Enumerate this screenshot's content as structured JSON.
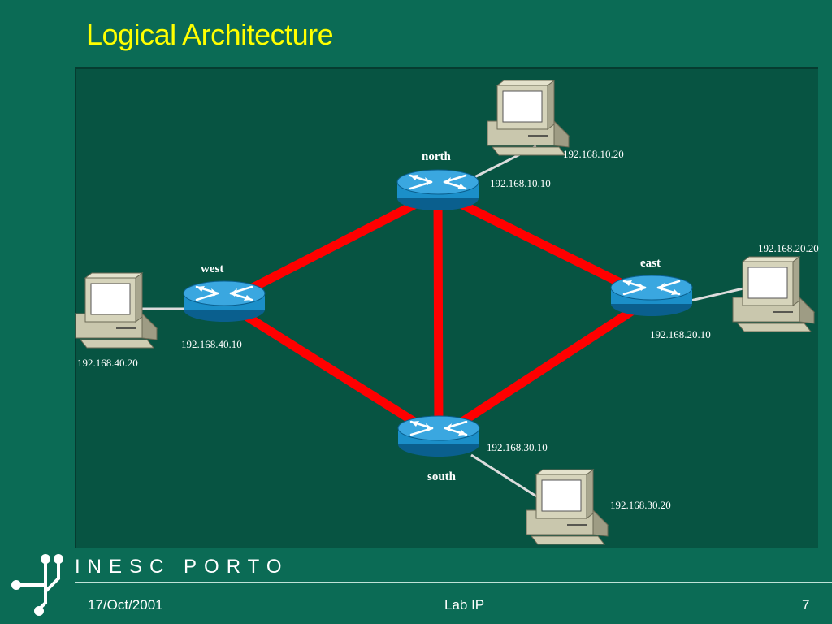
{
  "slide": {
    "title": "Logical Architecture",
    "brand": "INESC PORTO",
    "footer": {
      "date": "17/Oct/2001",
      "center": "Lab IP",
      "page": "7"
    }
  },
  "colors": {
    "background": "#0b6b55",
    "panel": "#075442",
    "title": "#ffff00",
    "link": "#ff0000",
    "router": "#1b8fc9"
  },
  "routers": {
    "north": {
      "name": "north",
      "ip": "192.168.10.10"
    },
    "east": {
      "name": "east",
      "ip": "192.168.20.10"
    },
    "south": {
      "name": "south",
      "ip": "192.168.30.10"
    },
    "west": {
      "name": "west",
      "ip": "192.168.40.10"
    }
  },
  "hosts": {
    "north": {
      "ip": "192.168.10.20"
    },
    "east": {
      "ip": "192.168.20.20"
    },
    "south": {
      "ip": "192.168.30.20"
    },
    "west": {
      "ip": "192.168.40.20"
    }
  },
  "links": [
    [
      "north",
      "east"
    ],
    [
      "north",
      "west"
    ],
    [
      "north",
      "south"
    ],
    [
      "west",
      "south"
    ],
    [
      "east",
      "south"
    ]
  ]
}
